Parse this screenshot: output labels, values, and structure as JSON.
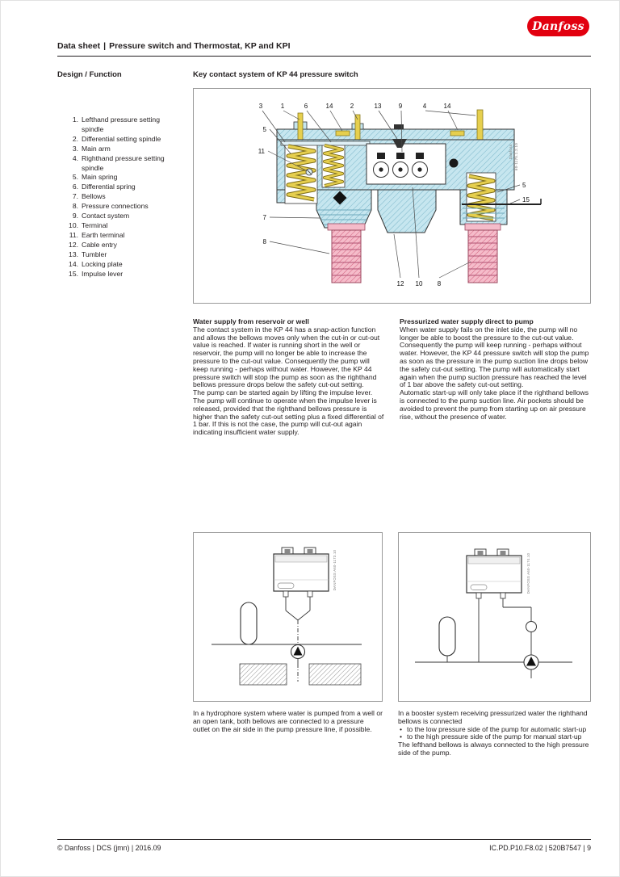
{
  "brand": {
    "logo_text": "Danfoss"
  },
  "header": {
    "doc_type": "Data sheet",
    "separator": "|",
    "title": "Pressure switch and Thermostat, KP and KPI"
  },
  "sidebar": {
    "heading": "Design / Function",
    "legend": [
      {
        "num": "1.",
        "label": "Lefthand pressure setting spindle"
      },
      {
        "num": "2.",
        "label": "Differential setting spindle"
      },
      {
        "num": "3.",
        "label": "Main arm"
      },
      {
        "num": "4.",
        "label": "Righthand pressure setting spindle"
      },
      {
        "num": "5.",
        "label": "Main spring"
      },
      {
        "num": "6.",
        "label": "Differential spring"
      },
      {
        "num": "7.",
        "label": "Bellows"
      },
      {
        "num": "8.",
        "label": "Pressure connections"
      },
      {
        "num": "9.",
        "label": "Contact system"
      },
      {
        "num": "10.",
        "label": "Terminal"
      },
      {
        "num": "11.",
        "label": "Earth terminal"
      },
      {
        "num": "12.",
        "label": "Cable entry"
      },
      {
        "num": "13.",
        "label": "Tumbler"
      },
      {
        "num": "14.",
        "label": "Locking plate"
      },
      {
        "num": "15.",
        "label": "Impulse lever"
      }
    ]
  },
  "diagram": {
    "heading": "Key contact system of KP 44 pressure switch",
    "watermark_line1": "Danfoss",
    "watermark_line2": "60-1175.1.2.10",
    "callouts": {
      "top": [
        "3",
        "1",
        "6",
        "14",
        "2",
        "13",
        "9",
        "4",
        "14"
      ],
      "left": [
        "5",
        "11",
        "7",
        "8"
      ],
      "right": [
        "5",
        "15"
      ],
      "bottom": [
        "12",
        "10",
        "8"
      ]
    }
  },
  "sections": [
    {
      "heading": "Water supply from reservoir or well",
      "para1": "The contact system in the KP 44 has a snap-action function and allows the bellows moves only when the cut-in or cut-out value is reached. If water is running short in the well or reservoir, the pump will no longer be able to increase the pressure to the cut-out value. Consequently the pump will keep running - perhaps without water. However, the KP 44 pressure switch will stop the pump as soon as the righthand bellows pressure drops below the safety cut-out setting.",
      "para2": "The pump can be started again by lifting the impulse lever. The pump will continue to operate when the impulse lever is released, provided that the righthand bellows pressure is higher than the safety cut-out setting plus a fixed differential of 1 bar. If this is not the case, the pump will cut-out again indicating insufficient water supply."
    },
    {
      "heading": "Pressurized water supply direct to pump",
      "para1": "When water supply fails on the inlet side, the pump will no longer be able to boost the pressure to the cut-out value. Consequently the pump will keep running - perhaps without water. However, the KP 44 pressure switch will stop the pump as soon as the pressure in the pump suction line drops below the safety cut-out setting. The pump will automatically start again when the pump suction pressure has reached the level of 1 bar above the safety cut-out setting.",
      "para2": "Automatic start-up will only take place if the righthand bellows is connected to the pump suction line. Air pockets should be avoided to prevent the pump from starting up on air pressure rise, without the presence of water."
    }
  ],
  "figures": {
    "hydrophore": {
      "watermark": "DANFOSS  A60-1173.10",
      "caption": "In a hydrophore system where water is pumped from a well or an open tank, both bellows are connected to a pressure outlet on the air side in the pump pressure line, if possible."
    },
    "booster": {
      "watermark": "DANFOSS  A60-1174.10",
      "caption_intro": "In a booster system receiving pressurized water the righthand bellows is connected",
      "bullets": [
        "to the low pressure side of the pump for automatic start-up",
        "to the high pressure side of the pump for manual start-up"
      ],
      "caption_outro": "The lefthand bellows is always connected to the high pressure side of the pump."
    }
  },
  "footer": {
    "left": "© Danfoss | DCS (jmn) | 2016.09",
    "right": "IC.PD.P10.F8.02 | 520B7547 | 9"
  }
}
